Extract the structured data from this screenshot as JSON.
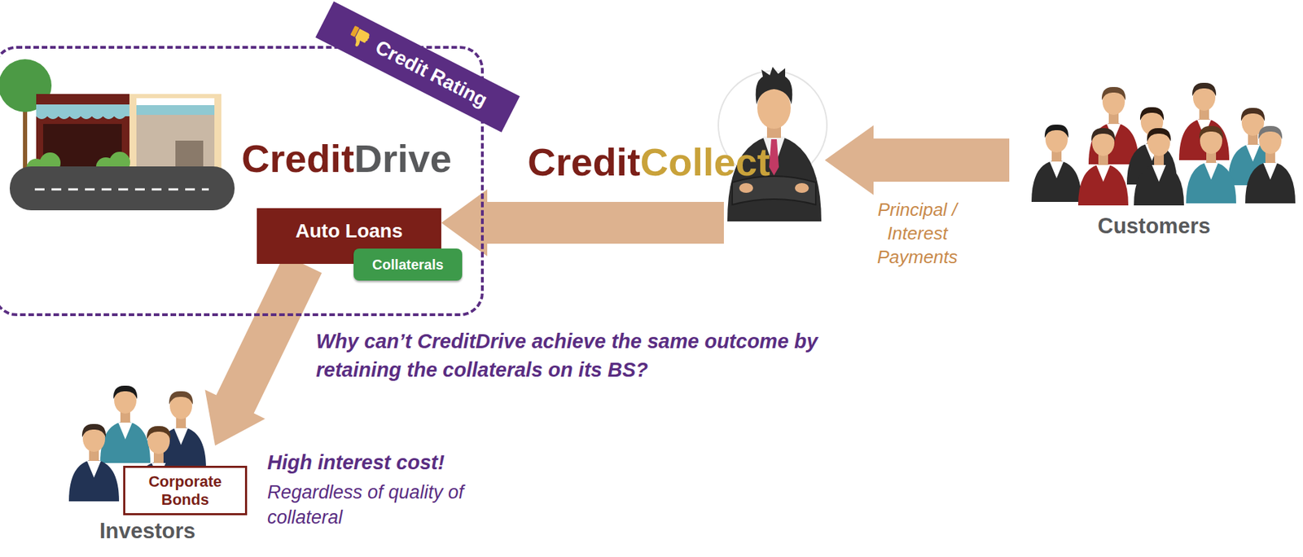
{
  "diagram": {
    "nodes": [
      {
        "text": [
          "CreditDrive"
        ]
      },
      {
        "text": [
          "Credit Rating"
        ]
      },
      {
        "text": [
          "Auto Loans"
        ],
        "in": 0
      },
      {
        "text": [
          "Collaterals"
        ],
        "in": 2
      },
      {
        "text": [
          "CreditCollect"
        ]
      },
      {
        "text": [
          "Customers"
        ]
      },
      {
        "text": [
          "Investors"
        ]
      },
      {
        "text": [
          "Corporate Bonds"
        ],
        "in": 6
      }
    ],
    "edges": [
      {
        "from": 4,
        "to": 2,
        "arrow": "to"
      },
      {
        "from": 5,
        "to": 4,
        "arrow": "to",
        "label": "Principal / Interest Payments"
      },
      {
        "from": 2,
        "to": 6,
        "arrow": "to"
      }
    ],
    "labels": [
      "Why can’t CreditDrive achieve the same outcome by retaining the collaterals on its BS?",
      "High interest cost!",
      "Regardless of quality of collateral"
    ]
  }
}
